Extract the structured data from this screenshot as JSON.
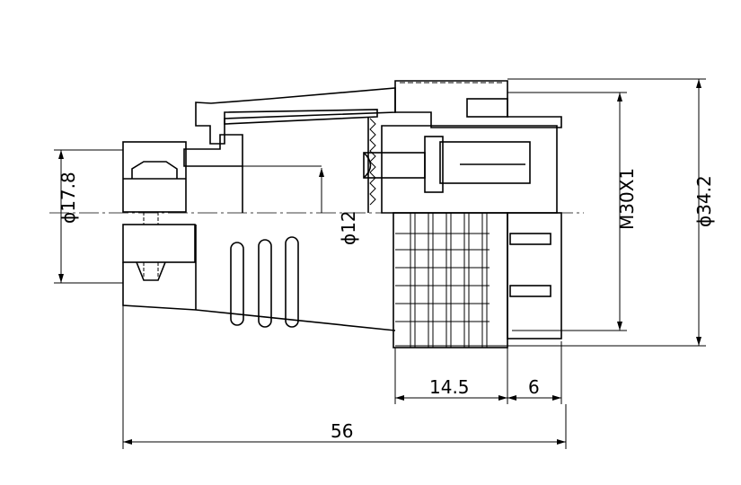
{
  "drawing": {
    "title": "Circular connector plug, side view with half section",
    "dimensions": {
      "cable_clamp_diameter": "ϕ17.8",
      "cable_bore_diameter": "ϕ12",
      "thread": "M30X1",
      "nut_diameter": "ϕ34.2",
      "nut_length": "14.5",
      "front_length": "6",
      "overall_length": "56"
    },
    "colors": {
      "line": "#000000",
      "background": "#ffffff"
    }
  }
}
